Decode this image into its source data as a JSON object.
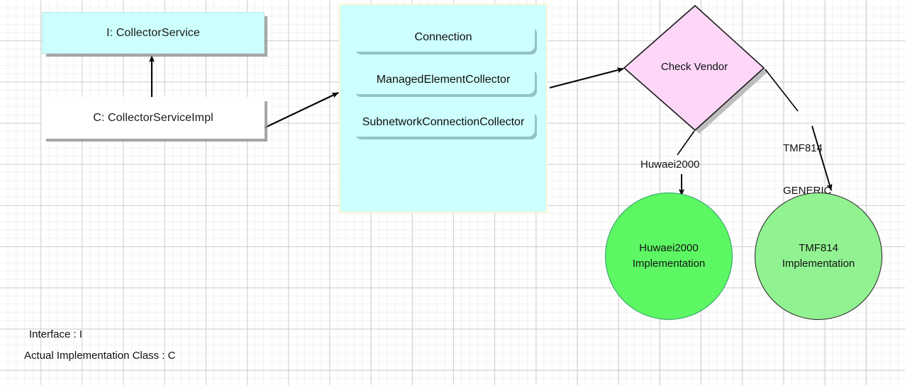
{
  "diagram": {
    "nodes": {
      "interface_box": {
        "label": "I: CollectorService"
      },
      "impl_box": {
        "label": "C: CollectorServiceImpl"
      },
      "collector_container": {
        "items": [
          {
            "label": "Connection"
          },
          {
            "label": "ManagedElementCollector"
          },
          {
            "label": "SubnetworkConnectionCollector"
          }
        ]
      },
      "decision": {
        "label": "Check Vendor"
      },
      "circle_huawei": {
        "line1": "Huwaei2000",
        "line2": "Implementation"
      },
      "circle_tmf": {
        "line1": "TMF814",
        "line2": "Implementation"
      }
    },
    "edge_labels": {
      "huawei": "Huwaei2000",
      "tmf_line1": "TMF814",
      "tmf_line2": "GENERIC"
    },
    "legend": [
      "Interface : I",
      "Actual Implementation Class : C"
    ],
    "colors": {
      "cyan_fill": "#ccfffd",
      "white_fill": "#ffffff",
      "diamond_fill": "#fdd6f8",
      "green_dark": "#5cf763",
      "green_light": "#91f291",
      "container_border": "#fdf6d8",
      "stroke": "#000000",
      "grid_major": "#cfcfcf",
      "grid_minor": "#f1f1f1"
    }
  }
}
